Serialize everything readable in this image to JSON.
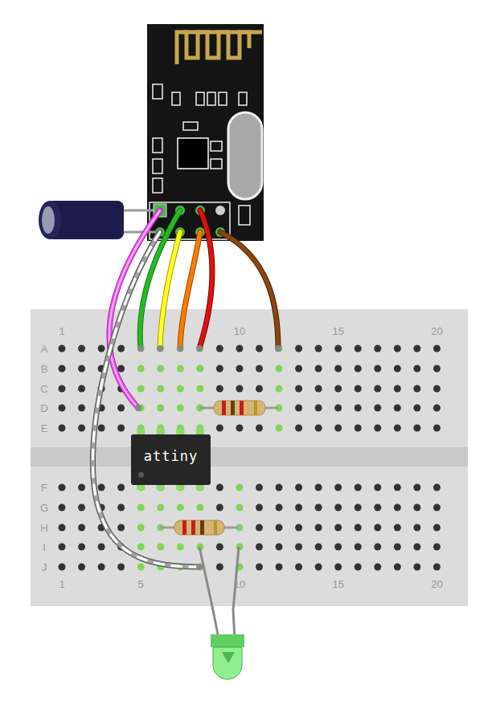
{
  "diagram": {
    "nodes": [
      {
        "text": [
          "attiny"
        ]
      }
    ],
    "labels": [
      "1",
      "10",
      "15",
      "20",
      "A",
      "B",
      "C",
      "D",
      "E",
      "F",
      "G",
      "H",
      "I",
      "J",
      "1",
      "5",
      "10",
      "15",
      "20"
    ]
  }
}
